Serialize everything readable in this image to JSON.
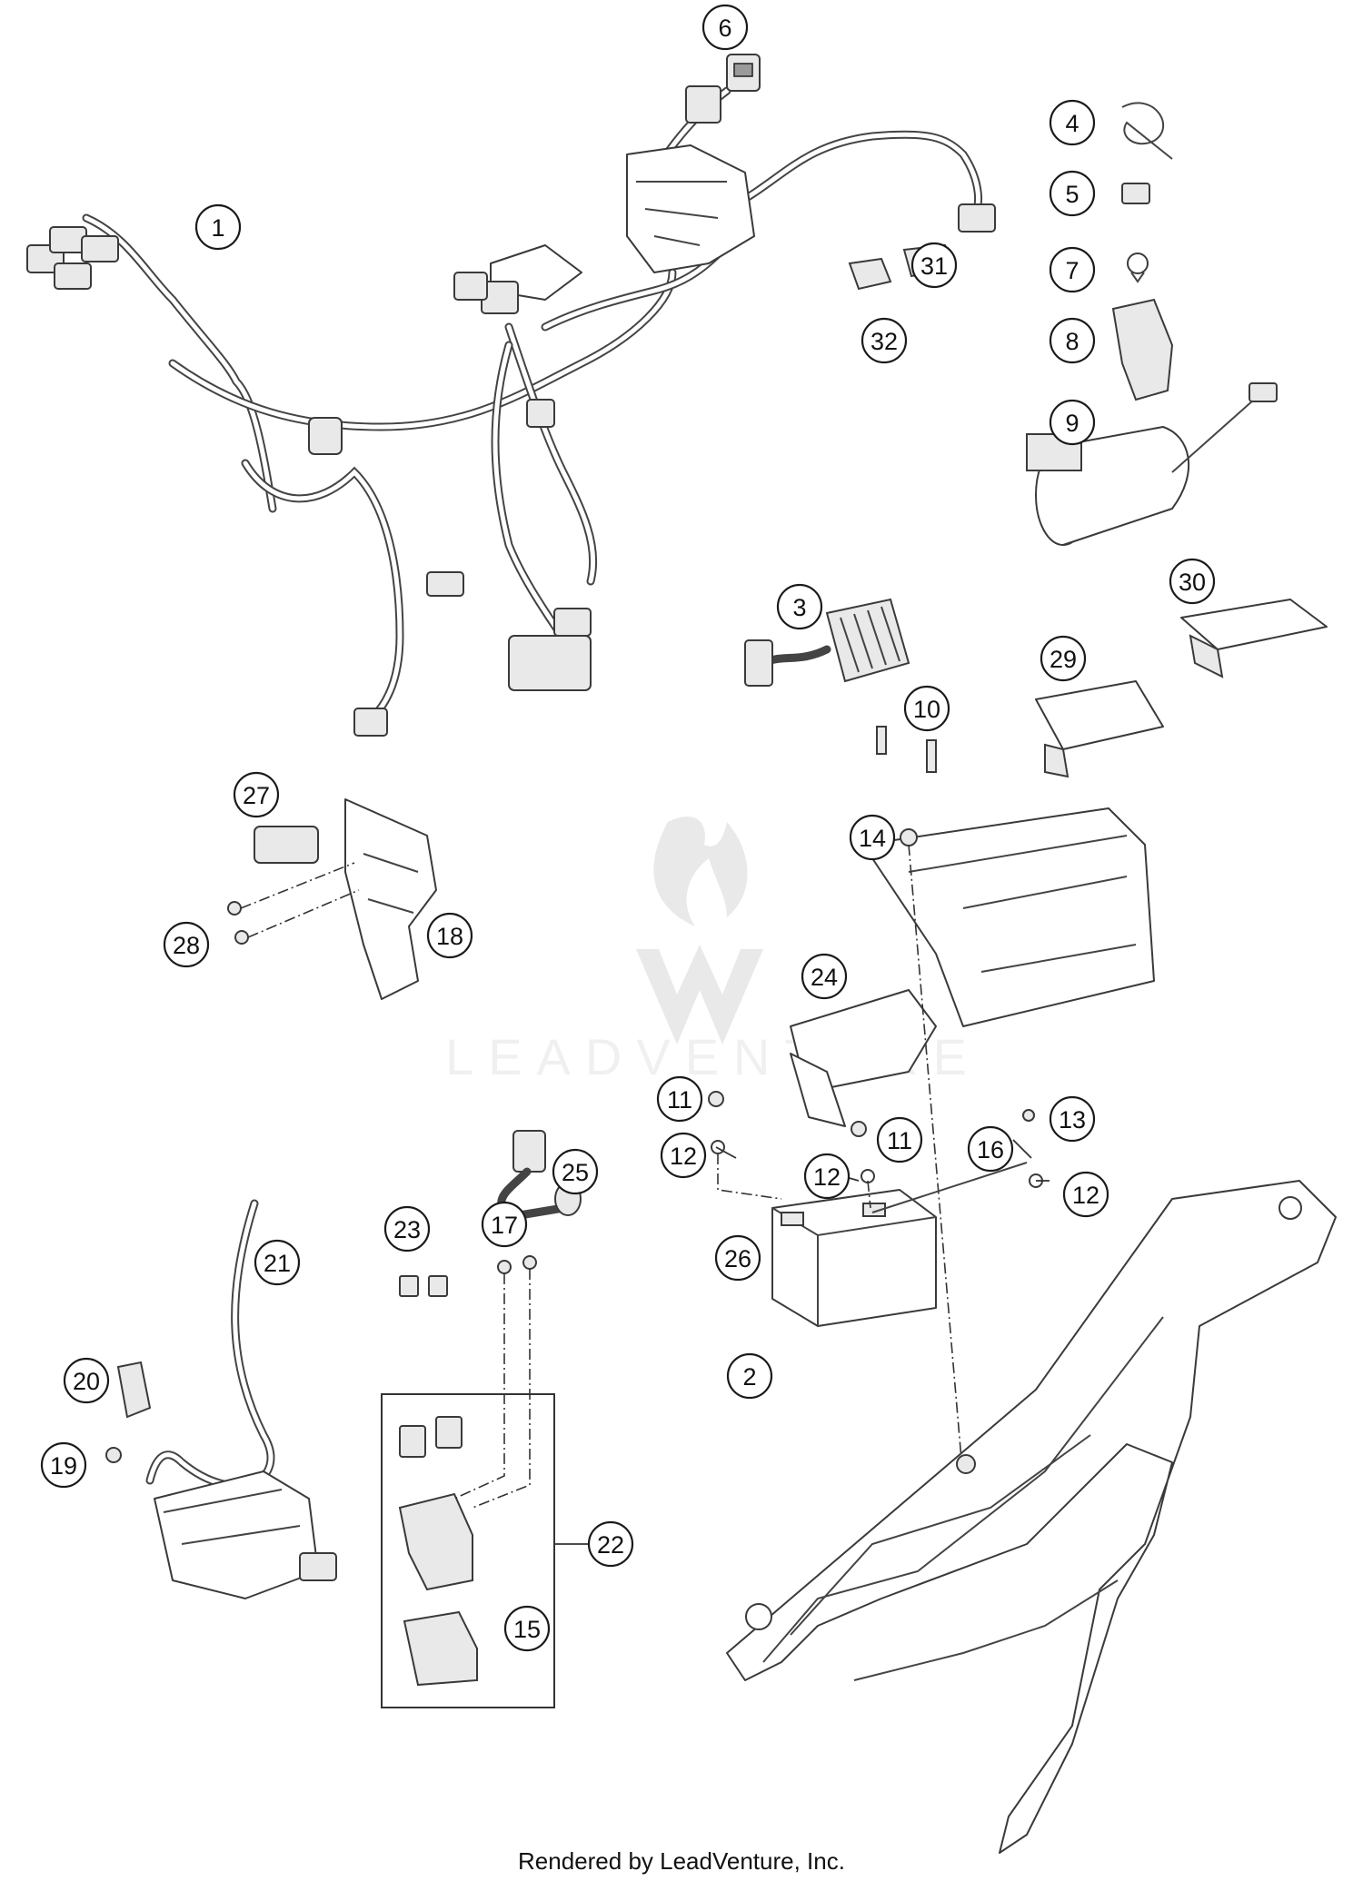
{
  "footer": {
    "credit": "Rendered by LeadVenture, Inc."
  },
  "watermark": {
    "text": "LEADVENTURE",
    "color": "#c8c8c8"
  },
  "callouts": [
    {
      "id": "c1",
      "label": "1"
    },
    {
      "id": "c2",
      "label": "2"
    },
    {
      "id": "c3",
      "label": "3"
    },
    {
      "id": "c4",
      "label": "4"
    },
    {
      "id": "c5",
      "label": "5"
    },
    {
      "id": "c6",
      "label": "6"
    },
    {
      "id": "c7",
      "label": "7"
    },
    {
      "id": "c8",
      "label": "8"
    },
    {
      "id": "c9",
      "label": "9"
    },
    {
      "id": "c10",
      "label": "10"
    },
    {
      "id": "c11a",
      "label": "11"
    },
    {
      "id": "c11b",
      "label": "11"
    },
    {
      "id": "c12a",
      "label": "12"
    },
    {
      "id": "c12b",
      "label": "12"
    },
    {
      "id": "c12c",
      "label": "12"
    },
    {
      "id": "c13",
      "label": "13"
    },
    {
      "id": "c14",
      "label": "14"
    },
    {
      "id": "c15",
      "label": "15"
    },
    {
      "id": "c16",
      "label": "16"
    },
    {
      "id": "c17",
      "label": "17"
    },
    {
      "id": "c18",
      "label": "18"
    },
    {
      "id": "c19",
      "label": "19"
    },
    {
      "id": "c20",
      "label": "20"
    },
    {
      "id": "c21",
      "label": "21"
    },
    {
      "id": "c22",
      "label": "22"
    },
    {
      "id": "c23",
      "label": "23"
    },
    {
      "id": "c24",
      "label": "24"
    },
    {
      "id": "c25",
      "label": "25"
    },
    {
      "id": "c26",
      "label": "26"
    },
    {
      "id": "c27",
      "label": "27"
    },
    {
      "id": "c28",
      "label": "28"
    },
    {
      "id": "c29",
      "label": "29"
    },
    {
      "id": "c30",
      "label": "30"
    },
    {
      "id": "c31",
      "label": "31"
    },
    {
      "id": "c32",
      "label": "32"
    }
  ]
}
